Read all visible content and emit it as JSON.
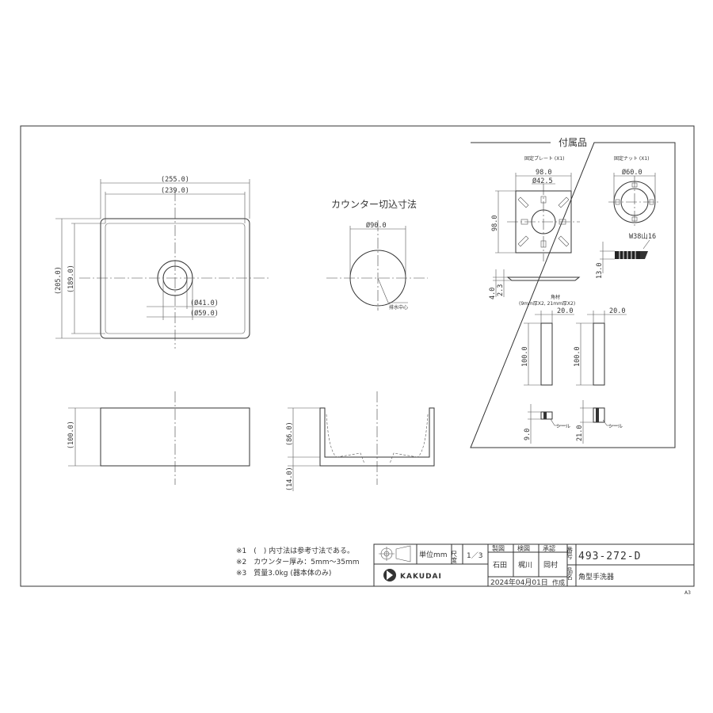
{
  "sheet": {
    "size": "A3"
  },
  "main_plan": {
    "outer_width": "(255.0)",
    "inner_width": "(239.0)",
    "outer_depth": "(205.0)",
    "inner_depth": "(189.0)",
    "drain_d1": "(Ø41.0)",
    "drain_d2": "(Ø59.0)"
  },
  "cutout": {
    "title": "カウンター切込寸法",
    "diameter": "Ø90.0",
    "drain_center": "排水中心"
  },
  "front_view": {
    "height": "(100.0)"
  },
  "section_view": {
    "inner_height": "(86.0)",
    "bottom": "(14.0)"
  },
  "accessories": {
    "title": "付属品",
    "plate_title": "固定プレート (X1)",
    "plate_width": "98.0",
    "plate_hole": "Ø42.5",
    "plate_height": "98.0",
    "plate_t1": "4.0",
    "plate_t2": "2.3",
    "nut_title": "固定ナット (X1)",
    "nut_d": "Ø60.0",
    "nut_thread": "W38山16",
    "nut_height": "13.0",
    "spacer_title": "角材",
    "spacer_sub": "(9mm厚X2, 21mm厚X2)",
    "spacer_w1": "20.0",
    "spacer_w2": "20.0",
    "spacer_h1": "100.0",
    "spacer_h2": "100.0",
    "spacer_t1": "9.0",
    "spacer_t2": "21.0",
    "seal1": "シール",
    "seal2": "シール"
  },
  "notes": [
    "※1　(　) 内寸法は参考寸法である。",
    "※2　カウンター厚み：5mm～35mm",
    "※3　質量3.0kg (器本体のみ)"
  ],
  "title_block": {
    "unit": "単位mm",
    "scale_label": "尺度",
    "scale": "1／3",
    "made": "製図",
    "checked": "検図",
    "approved": "承認",
    "name1": "石田",
    "name2": "梶川",
    "name3": "岡村",
    "date": "2024年04月01日",
    "created": "作成",
    "number_label": "番号",
    "product_number": "493-272-D",
    "name_label": "品名",
    "product_name": "角型手洗器",
    "brand": "KAKUDAI"
  }
}
